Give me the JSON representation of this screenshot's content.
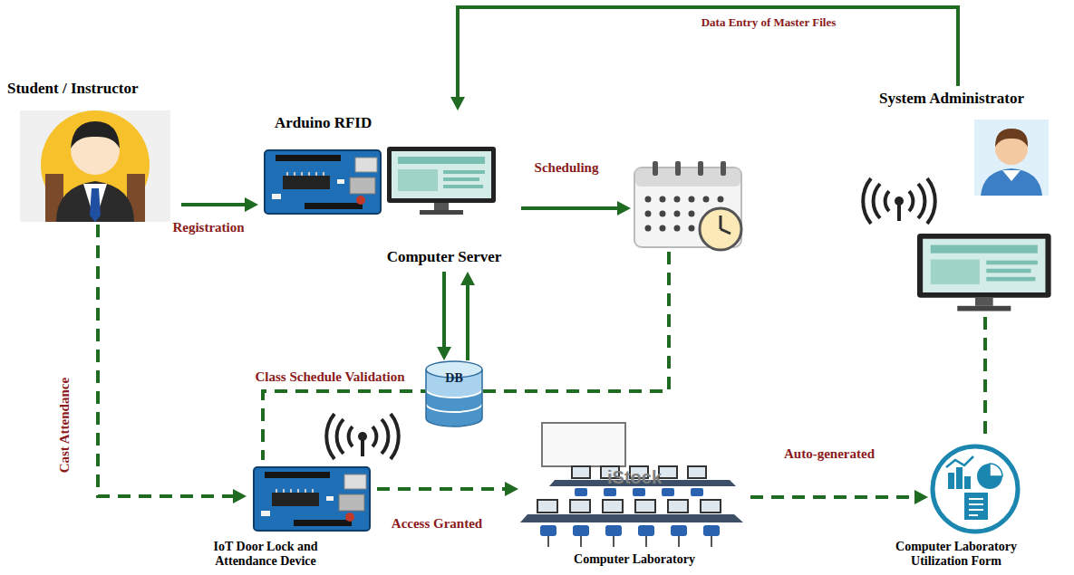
{
  "diagram": {
    "nodes": [
      {
        "text": [
          "Student / Instructor"
        ]
      },
      {
        "text": [
          "Arduino RFID",
          "Computer Server"
        ]
      },
      {
        "text": []
      },
      {
        "text": [
          "System Administrator"
        ]
      },
      {
        "text": [
          "DB"
        ]
      },
      {
        "text": [
          "IoT Door Lock and Attendance Device"
        ]
      },
      {
        "text": [
          "Computer Laboratory"
        ]
      },
      {
        "text": [
          "Computer Laboratory Utilization Form"
        ]
      }
    ],
    "edges": [
      {
        "from": 0,
        "to": 1,
        "label": "Registration",
        "arrow": "to"
      },
      {
        "from": 1,
        "to": 2,
        "label": "Scheduling",
        "arrow": "to"
      },
      {
        "from": 3,
        "to": 1,
        "label": "Data Entry of Master Files",
        "arrow": "to"
      },
      {
        "from": 1,
        "to": 4,
        "arrow": "both"
      },
      {
        "from": 2,
        "to": 5,
        "label": "Class Schedule Validation",
        "arrow": "none"
      },
      {
        "from": 0,
        "to": 5,
        "label": "Cast Attendance",
        "arrow": "to"
      },
      {
        "from": 5,
        "to": 6,
        "label": "Access Granted",
        "arrow": "to"
      },
      {
        "from": 6,
        "to": 7,
        "label": "Auto-generated",
        "arrow": "to"
      },
      {
        "from": 3,
        "to": 7,
        "arrow": "none"
      }
    ],
    "labels": [
      "iStock"
    ]
  }
}
